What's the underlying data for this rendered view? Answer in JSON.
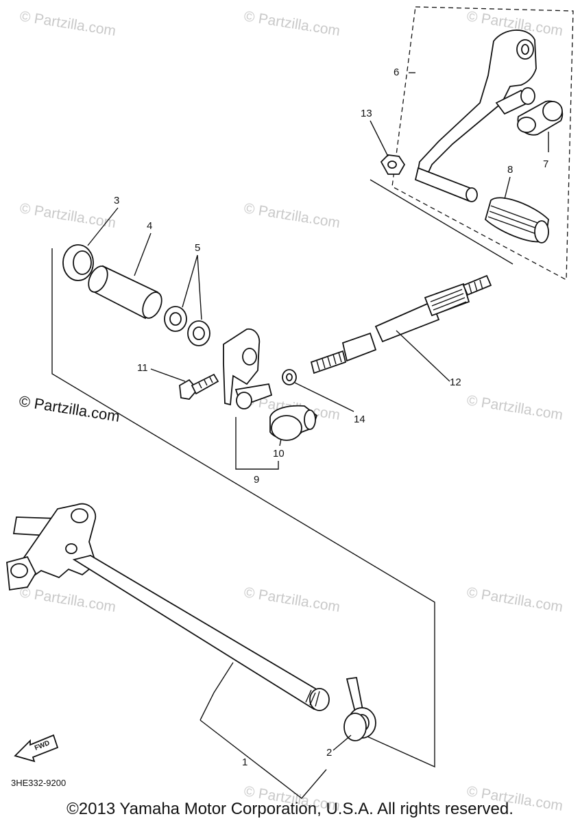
{
  "diagram": {
    "callouts": [
      {
        "id": "1",
        "label": "1"
      },
      {
        "id": "2",
        "label": "2"
      },
      {
        "id": "3",
        "label": "3"
      },
      {
        "id": "4",
        "label": "4"
      },
      {
        "id": "5",
        "label": "5"
      },
      {
        "id": "6",
        "label": "6"
      },
      {
        "id": "7",
        "label": "7"
      },
      {
        "id": "8",
        "label": "8"
      },
      {
        "id": "9",
        "label": "9"
      },
      {
        "id": "10",
        "label": "10"
      },
      {
        "id": "11",
        "label": "11"
      },
      {
        "id": "12",
        "label": "12"
      },
      {
        "id": "13",
        "label": "13"
      },
      {
        "id": "14",
        "label": "14"
      }
    ],
    "fwd_label": "FWD",
    "part_code": "3HE332-9200"
  },
  "watermark": {
    "main": "© Partzilla.com",
    "faint": "© Partzilla.com"
  },
  "footer": {
    "copyright": "©2013 Yamaha Motor Corporation, U.S.A. All rights reserved."
  }
}
